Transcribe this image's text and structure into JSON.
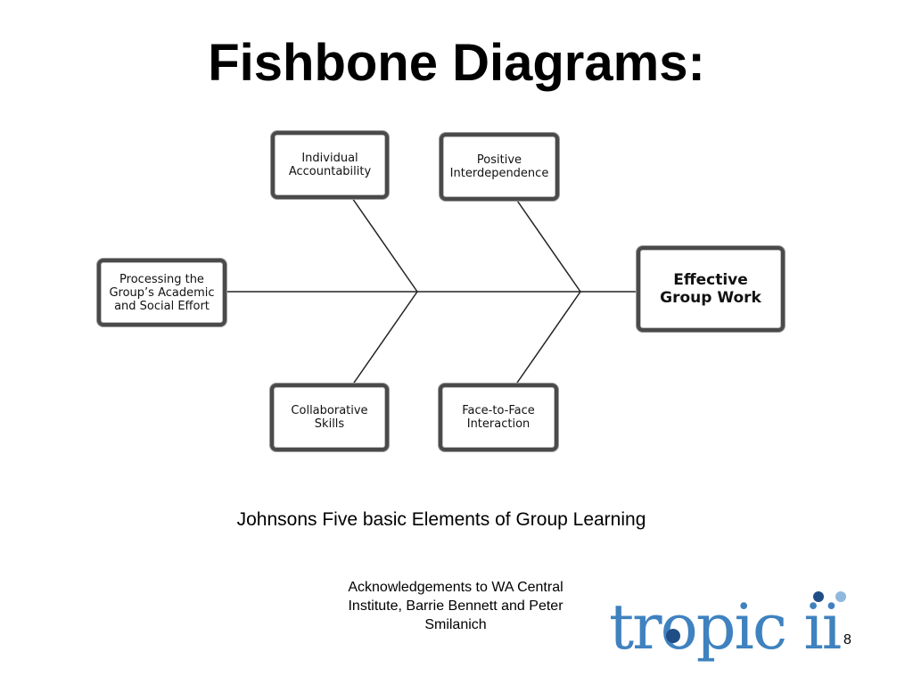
{
  "slide": {
    "title": "Fishbone Diagrams:",
    "caption": "Johnsons Five basic Elements of Group Learning",
    "acknowledgement": "Acknowledgements to WA Central\nInstitute, Barrie Bennett and Peter\nSmilanich",
    "page_number": "8"
  },
  "diagram": {
    "effect": "Effective\nGroup Work",
    "causes": {
      "individual_accountability": "Individual\nAccountability",
      "positive_interdependence": "Positive\nInterdependence",
      "processing_effort": "Processing the\nGroup’s Academic\nand Social Effort",
      "collaborative_skills": "Collaborative\nSkills",
      "face_to_face": "Face-to-Face\nInteraction"
    }
  },
  "logo": {
    "text": "tropic ii",
    "colors": {
      "primary": "#3f82bf",
      "light": "#8fb8de",
      "dark": "#1f4e86"
    }
  }
}
